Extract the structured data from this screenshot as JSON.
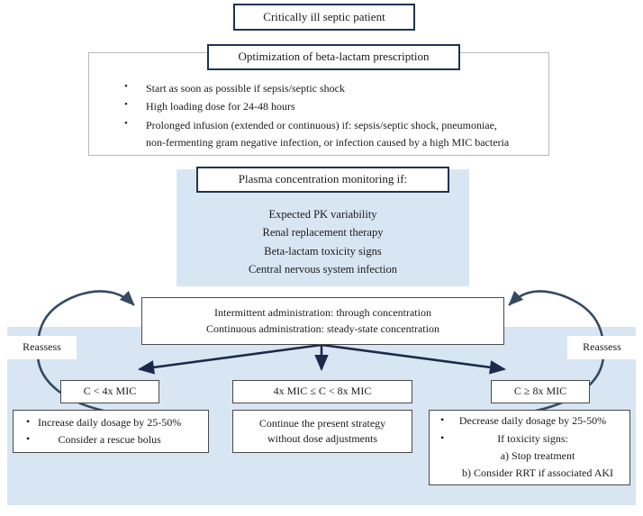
{
  "colors": {
    "band_fill": "#d8e6f3",
    "heavy_border": "#1f3353",
    "thin_border": "#4a4a4a",
    "faint_border": "#b9b9b9",
    "arrow": "#1b2a4a",
    "curve_arrow": "#344a63",
    "text": "#1a1a1a",
    "page_bg": "#ffffff"
  },
  "nodes": {
    "top": {
      "label": "Critically ill septic patient"
    },
    "optimization": {
      "label": "Optimization of beta-lactam prescription"
    },
    "optimization_bullets": [
      "Start as soon as possible if sepsis/septic shock",
      "High loading dose for 24-48 hours",
      "Prolonged infusion (extended or continuous) if: sepsis/septic shock, pneumoniae,",
      "non-fermenting gram negative infection, or infection caused by a high MIC bacteria"
    ],
    "monitoring": {
      "label": "Plasma concentration monitoring if:"
    },
    "monitoring_items": [
      "Expected PK variability",
      "Renal replacement therapy",
      "Beta-lactam toxicity signs",
      "Central nervous system infection"
    ],
    "administration": {
      "line1": "Intermittent administration: through concentration",
      "line2": "Continuous administration: steady-state concentration"
    },
    "reassess_left": {
      "label": "Reassess"
    },
    "reassess_right": {
      "label": "Reassess"
    },
    "branch_low": {
      "label": "C < 4x MIC"
    },
    "branch_mid": {
      "label": "4x MIC ≤ C < 8x MIC"
    },
    "branch_high": {
      "label": "C ≥ 8x MIC"
    },
    "action_low": [
      "Increase daily dosage by 25-50%",
      "Consider a rescue bolus"
    ],
    "action_mid": {
      "line1": "Continue the present strategy",
      "line2": "without dose adjustments"
    },
    "action_high": [
      "Decrease daily dosage by 25-50%",
      "If toxicity signs:",
      "a) Stop treatment",
      "b) Consider RRT if associated AKI"
    ]
  }
}
